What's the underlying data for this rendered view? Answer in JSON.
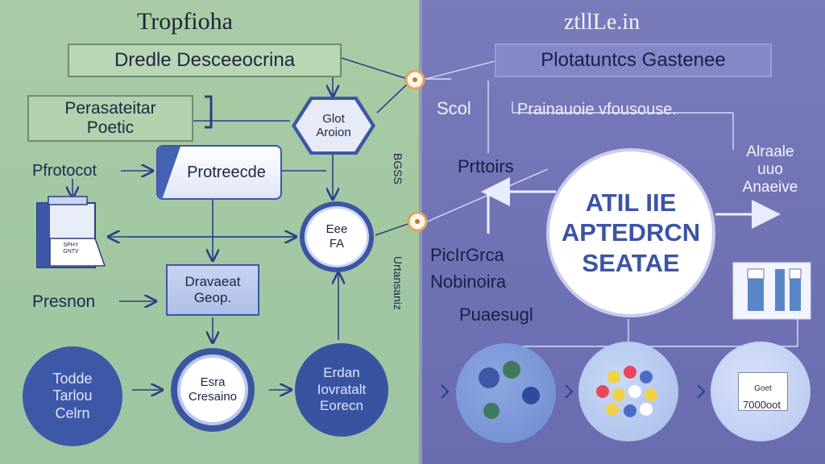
{
  "left": {
    "title": "Tropfioha",
    "subtitle": "Dredle Desceeocrina",
    "side_box": "Perasateitar\nPoetic",
    "label_protocol": "Pfrotocot",
    "protocol_box": "Protreecde",
    "hex_node": "Glot\nAroion",
    "node_circle": "Eee\nFA",
    "database_box": "Dravaeat\nGeop.",
    "label_preparation": "Presnon",
    "flask_text": "SPHY\nGNTV",
    "vertical_1": "BGSS",
    "vertical_2": "Urtansaniz",
    "bottom_1": "Todde\nTarlou\nCelrn",
    "bottom_2": "Esra\nCresaino",
    "bottom_3": "Erdan\nIovratalt\nEorecn"
  },
  "right": {
    "title": "ztllLe.in",
    "subtitle": "Plotatuntcs Gastenee",
    "label_scol": "Scol",
    "label_pranauge": "Prainauoie vfousouse.",
    "label_pittoirs": "Prttoirs",
    "big_circle": "ATIL IIE\nAPTEDRCN\nSEATAE",
    "right_label": "Alraale\nuuo\nAnaeive",
    "left_label": "PicIrGrca\nNobinoira",
    "bottom_label": "Puaesugl",
    "card_label": "Goet",
    "card_value": "7000oot"
  },
  "colors": {
    "left_bg": "#a6caa4",
    "right_bg": "#7274b6",
    "accent_blue": "#3d56a6",
    "connector_orange": "#e5a35a"
  }
}
